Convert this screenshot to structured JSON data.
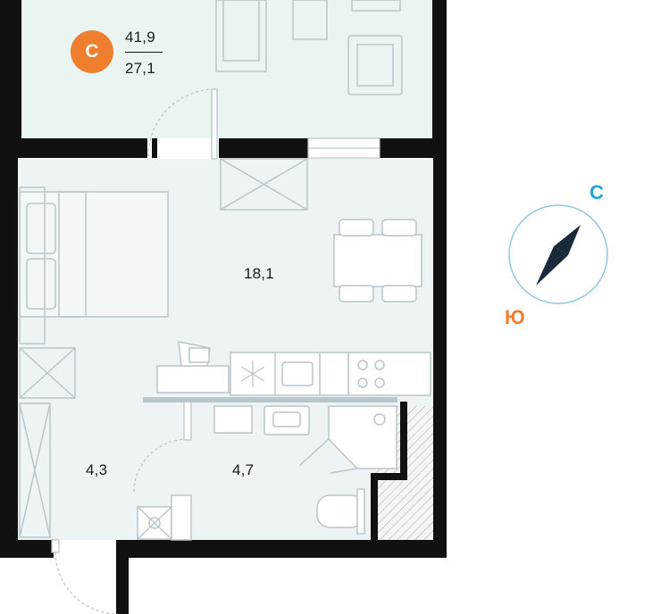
{
  "balcony": {
    "badge_letter": "С",
    "total_area": "41,9",
    "living_area": "27,1"
  },
  "rooms": [
    {
      "id": "main-room",
      "area": "18,1"
    },
    {
      "id": "hallway",
      "area": "4,3"
    },
    {
      "id": "bathroom",
      "area": "4,7"
    }
  ],
  "compass": {
    "north_label": "С",
    "south_label": "Ю",
    "north_color": "#21a4d8",
    "south_color": "#ef7f2e"
  },
  "colors": {
    "wall": "#111111",
    "floor": "#eef3f5",
    "balcony_floor": "#eaf4f0",
    "furniture_stroke": "#b9c6cc",
    "accent": "#ef7f2e"
  }
}
